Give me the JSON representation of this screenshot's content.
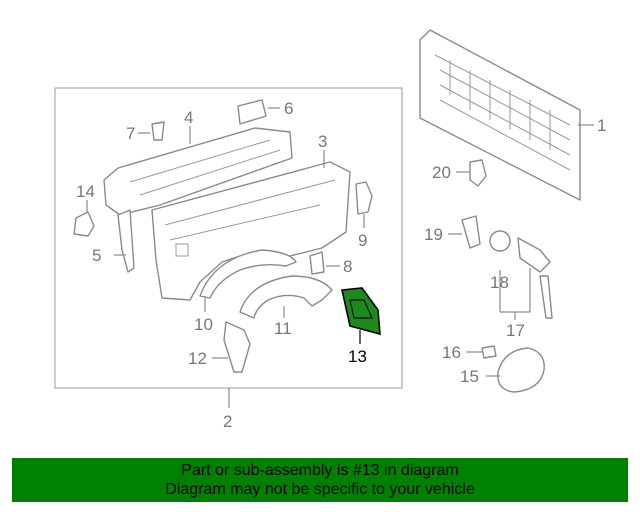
{
  "diagram": {
    "callouts": {
      "c1": "1",
      "c2": "2",
      "c3": "3",
      "c4": "4",
      "c5": "5",
      "c6": "6",
      "c7": "7",
      "c8": "8",
      "c9": "9",
      "c10": "10",
      "c11": "11",
      "c12": "12",
      "c13": "13",
      "c14": "14",
      "c15": "15",
      "c16": "16",
      "c17": "17",
      "c18": "18",
      "c19": "19",
      "c20": "20"
    },
    "highlighted_part": "13",
    "colors": {
      "highlight": "#1e8a1e",
      "banner": "#008000",
      "lines": "#8a8a8a"
    }
  },
  "banner": {
    "line1": "Part or sub-assembly is #13 in diagram",
    "line2": "Diagram may not be specific to your vehicle"
  }
}
